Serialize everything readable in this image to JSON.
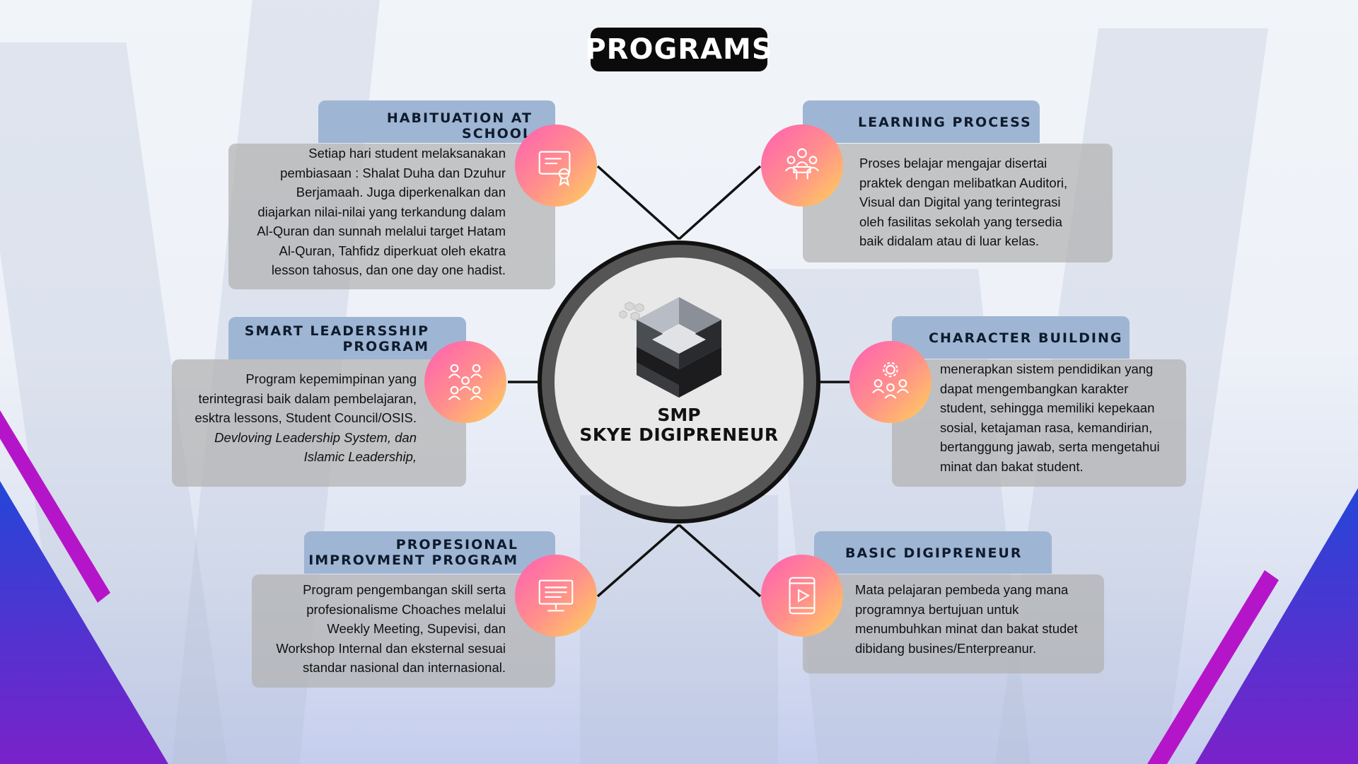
{
  "title": "PROGRAMS",
  "center": {
    "line1": "SMP",
    "line2": "SKYE DIGIPRENEUR"
  },
  "programs": {
    "habituation": {
      "title": "HABITUATION AT SCHOOL",
      "icon": "certificate-icon",
      "lines": [
        "Setiap hari student melaksanakan",
        "pembiasaan : Shalat Duha dan Dzuhur",
        "Berjamaah. Juga diperkenalkan dan",
        "diajarkan nilai-nilai yang terkandung dalam",
        "Al-Quran dan sunnah melalui target Hatam",
        "Al-Quran, Tahfidz diperkuat oleh ekatra",
        "lesson tahosus, dan one day one hadist."
      ]
    },
    "learning": {
      "title": "LEARNING PROCESS",
      "icon": "teaching-people-icon",
      "lines": [
        "Proses belajar mengajar disertai",
        "praktek dengan melibatkan Auditori,",
        "Visual dan Digital yang terintegrasi",
        "oleh fasilitas sekolah yang tersedia",
        "baik didalam atau di luar kelas."
      ]
    },
    "leadership": {
      "title_line1": "SMART LEADERSSHIP",
      "title_line2": "PROGRAM",
      "icon": "team-group-icon",
      "lines": [
        "Program kepemimpinan yang",
        "terintegrasi baik dalam pembelajaran,",
        "esktra lessons, Student Council/OSIS."
      ],
      "italic_lines": [
        "Devloving Leadership System, dan",
        "Islamic Leadership,"
      ]
    },
    "character": {
      "title": "CHARACTER BUILDING",
      "icon": "team-gear-icon",
      "lines": [
        "menerapkan sistem pendidikan yang",
        "dapat mengembangkan karakter",
        "student, sehingga memiliki kepekaan",
        "sosial, ketajaman rasa,  kemandirian,",
        "bertanggung jawab, serta mengetahui",
        "minat dan bakat student."
      ]
    },
    "improvement": {
      "title_line1": "PROPESIONAL",
      "title_line2": "IMPROVMENT PROGRAM",
      "icon": "monitor-icon",
      "lines": [
        "Program pengembangan skill serta",
        "profesionalisme Choaches melalui",
        "Weekly Meeting, Supevisi,  dan",
        "Workshop Internal dan eksternal sesuai",
        "standar nasional dan internasional."
      ]
    },
    "digipreneur": {
      "title": "BASIC DIGIPRENEUR",
      "icon": "tablet-play-icon",
      "lines": [
        "Mata pelajaran pembeda yang mana",
        "programnya bertujuan untuk",
        "menumbuhkan minat dan bakat studet",
        "dibidang busines/Enterpreanur."
      ]
    }
  },
  "colors": {
    "header_bg": "#9fb5d4",
    "card_bg": "#b2b2b2",
    "icon_gradient": [
      "#ff5fb3",
      "#ffd25a"
    ],
    "accent_purple": "#7a22c9",
    "accent_blue": "#2b3fd0"
  }
}
